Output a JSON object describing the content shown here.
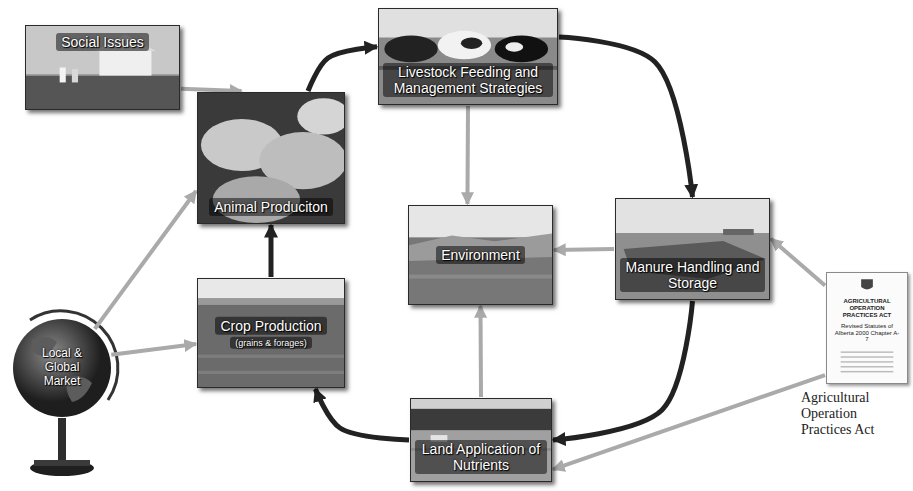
{
  "diagram": {
    "nodes": [
      {
        "text": [
          "Social Issues"
        ]
      },
      {
        "text": [
          "Livestock Feeding and Management Strategies"
        ]
      },
      {
        "text": [
          "Animal Produciton"
        ]
      },
      {
        "text": [
          "Environment"
        ]
      },
      {
        "text": [
          "Manure Handling and Storage"
        ]
      },
      {
        "text": [
          "Local & Global Market"
        ]
      },
      {
        "text": [
          "Crop Production",
          "(grains & forages)"
        ]
      },
      {
        "text": [
          "Agricultural Operation Practices Act"
        ]
      },
      {
        "text": [
          "Land Application of Nutrients"
        ]
      }
    ],
    "edges": [
      {
        "from": 0,
        "to": 2,
        "arrow": "to"
      },
      {
        "from": 2,
        "to": 1,
        "arrow": "to"
      },
      {
        "from": 1,
        "to": 4,
        "arrow": "to"
      },
      {
        "from": 1,
        "to": 3,
        "arrow": "to"
      },
      {
        "from": 4,
        "to": 3,
        "arrow": "to"
      },
      {
        "from": 4,
        "to": 8,
        "arrow": "to"
      },
      {
        "from": 8,
        "to": 3,
        "arrow": "to"
      },
      {
        "from": 8,
        "to": 6,
        "arrow": "to"
      },
      {
        "from": 6,
        "to": 2,
        "arrow": "to"
      },
      {
        "from": 5,
        "to": 2,
        "arrow": "to"
      },
      {
        "from": 5,
        "to": 6,
        "arrow": "to"
      },
      {
        "from": 7,
        "to": 4,
        "arrow": "to"
      },
      {
        "from": 7,
        "to": 8,
        "arrow": "to"
      }
    ],
    "labels": [
      "AGRICULTURAL OPERATION PRACTICES ACT",
      "Revised Statutes of Alberta 2000 Chapter A-7"
    ]
  }
}
